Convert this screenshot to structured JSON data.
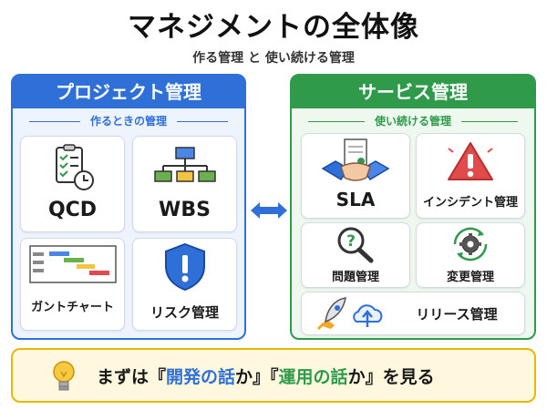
{
  "title": "マネジメントの全体像",
  "subtitle": "作る管理 と 使い続ける管理",
  "left_panel": {
    "title": "プロジェクト管理",
    "subtitle": "作るときの管理",
    "cards": [
      {
        "label": "QCD",
        "icon": "qcd-checklist-clock-icon"
      },
      {
        "label": "WBS",
        "icon": "wbs-tree-icon"
      },
      {
        "label": "ガントチャート",
        "icon": "gantt-chart-icon"
      },
      {
        "label": "リスク管理",
        "icon": "shield-alert-icon"
      }
    ]
  },
  "right_panel": {
    "title": "サービス管理",
    "subtitle": "使い続ける管理",
    "cards": [
      {
        "label": "SLA",
        "icon": "handshake-contract-icon"
      },
      {
        "label": "インシデント管理",
        "icon": "warning-triangle-icon"
      },
      {
        "label": "問題管理",
        "icon": "magnifier-question-icon"
      },
      {
        "label": "変更管理",
        "icon": "gear-cycle-icon"
      },
      {
        "label": "リリース管理",
        "icon": "rocket-cloud-upload-icon"
      }
    ]
  },
  "connector": {
    "icon": "double-arrow-icon"
  },
  "bottom": {
    "prefix": "まずは『",
    "highlight1": "開発の話",
    "middle1": "か』『",
    "highlight2": "運用の話",
    "suffix": "か』を見る",
    "icon": "lightbulb-icon"
  },
  "colors": {
    "project_blue": "#2f6fd8",
    "service_green": "#2e9a4a",
    "tip_yellow": "#e8b800",
    "alert_red": "#e24b4b"
  }
}
